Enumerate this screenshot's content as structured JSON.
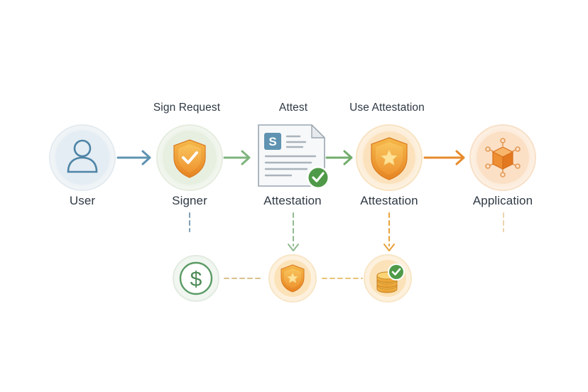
{
  "top_labels": {
    "sign_request": "Sign Request",
    "attest": "Attest",
    "use_attestation": "Use Attestation"
  },
  "node_labels": {
    "user": "User",
    "signer": "Signer",
    "attestation_doc": "Attestation",
    "attestation_shield": "Attestation",
    "application": "Application"
  },
  "document_icon_letter": "S",
  "payment_icon_glyph": "$",
  "colors": {
    "blue": "#5f93b1",
    "green": "#7fb47f",
    "amber": "#e8a13b",
    "orange": "#e68a2c",
    "check_green": "#4f9a48"
  }
}
